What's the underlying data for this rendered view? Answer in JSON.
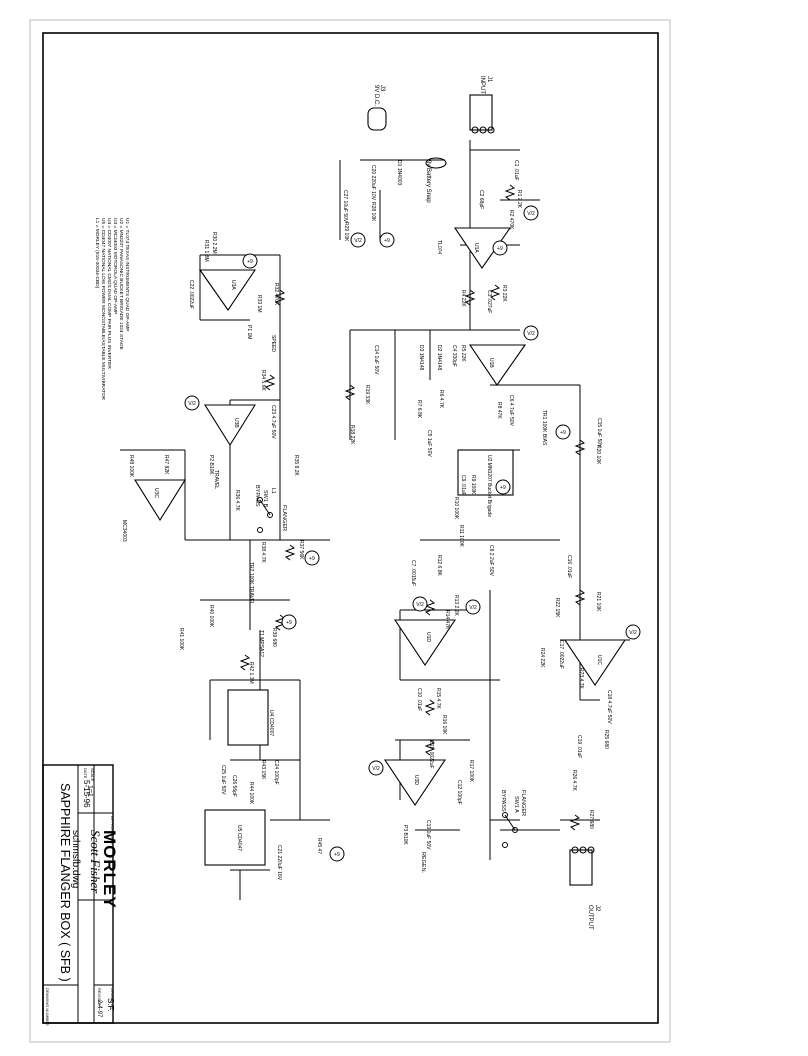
{
  "title_block": {
    "company": "MORLEY",
    "title": "SAPPHIRE FLANGER BOX ( SFB )",
    "filename": "schmsfb.dwg",
    "scale_label": "SCALE",
    "scale_value": "1=1",
    "date_label": "DATE",
    "date_value": "5-15-96",
    "approved_label": "APPROVED BY",
    "approved_value": "Scott Fisher",
    "drawn_label": "DRAWN BY",
    "drawn_value": "S.F.",
    "revised_label": "REVISED",
    "revised_value": "2-4-97",
    "drawing_number_label": "DRAWING NUMBER"
  },
  "notes": [
    "U1 = TL074 TEXAS INSTRUMENTS QUAD OP-AMP",
    "U2 = MN3207 PANASONIC BUCKET BRIGADE 1024 STAGE",
    "U3 = MC34003 MOTOROLA QUAD OP-AMP",
    "U4 = CD4007 NATIONAL CMOS DUAL COMP PAIR PLUS INVERTER",
    "U5 = CD4047 NATIONAL LOW POWER MONOSTABLE/ASTABLE MULTIVIBRATOR",
    "L1 = MORLEY (815-00034-CBD)"
  ],
  "connectors": {
    "j1": "J1",
    "j1_label": "INPUT",
    "j2": "J2",
    "j2_label": "OUTPUT",
    "j3": "J3",
    "j3_label": "9V D.C.",
    "battery": "9v Battery Snap"
  },
  "switch_labels": {
    "sw1a": "SW1 A",
    "flanger_a": "FLANGER",
    "bypass_a": "BYPASS",
    "sw1b": "SW1 B",
    "flanger_b": "FLANGER",
    "bypass_b": "BYPASS",
    "regen": "REGEN."
  },
  "parts": [
    {
      "id": "d1",
      "text": "D1 1N4003"
    },
    {
      "id": "c20",
      "text": "C20 220uF 10V"
    },
    {
      "id": "c27",
      "text": "C27 10uF 50V"
    },
    {
      "id": "c1",
      "text": "C1 .01uF"
    },
    {
      "id": "r1",
      "text": "R1 2.2K"
    },
    {
      "id": "r2",
      "text": "R2 470K"
    },
    {
      "id": "c2",
      "text": "C2 68pF"
    },
    {
      "id": "r28",
      "text": "R28 10K"
    },
    {
      "id": "r29",
      "text": "R29 10K"
    },
    {
      "id": "u1a",
      "text": "U1A"
    },
    {
      "id": "tl074",
      "text": "TL074"
    },
    {
      "id": "r3",
      "text": "R3 22K"
    },
    {
      "id": "c3",
      "text": "C3 .027uF"
    },
    {
      "id": "r4",
      "text": "R4 22K"
    },
    {
      "id": "c4",
      "text": "C4 330pF"
    },
    {
      "id": "d2",
      "text": "D2 1N4148"
    },
    {
      "id": "d3",
      "text": "D3 1N4148"
    },
    {
      "id": "r5",
      "text": "R5 22K"
    },
    {
      "id": "r6",
      "text": "R6 4.7K"
    },
    {
      "id": "u1b",
      "text": "U1B"
    },
    {
      "id": "c14",
      "text": "C14 1uF 50V"
    },
    {
      "id": "r19",
      "text": "R19 33K"
    },
    {
      "id": "r18",
      "text": "R18 22K"
    },
    {
      "id": "r7",
      "text": "R7 6.8K"
    },
    {
      "id": "c5",
      "text": "C5 1uF 50V"
    },
    {
      "id": "c6",
      "text": "C6 4.7uF 50V"
    },
    {
      "id": "r8",
      "text": "R8 47K"
    },
    {
      "id": "tr1",
      "text": "TR1 100K BIAS"
    },
    {
      "id": "c15",
      "text": "C15 1uF 50V"
    },
    {
      "id": "r20",
      "text": "R20 10K"
    },
    {
      "id": "u2",
      "text": "U2 MN3207 Bucket Brigade"
    },
    {
      "id": "r9",
      "text": "R9 100K"
    },
    {
      "id": "c9",
      "text": "C9 .01uF"
    },
    {
      "id": "r10",
      "text": "R10 100K"
    },
    {
      "id": "r11",
      "text": "R11 100K"
    },
    {
      "id": "c7",
      "text": "C7 .0015uF"
    },
    {
      "id": "r12",
      "text": "R12 6.8K"
    },
    {
      "id": "c8",
      "text": "C8 2.2uF 50V"
    },
    {
      "id": "r13",
      "text": "R13 2.2K"
    },
    {
      "id": "r14",
      "text": "R14 47K"
    },
    {
      "id": "u1d",
      "text": "U1D"
    },
    {
      "id": "r15",
      "text": "R15 4.7K"
    },
    {
      "id": "c10",
      "text": "C10 .01uF"
    },
    {
      "id": "r16",
      "text": "R16 10K"
    },
    {
      "id": "c11",
      "text": "C11 .0022uF"
    },
    {
      "id": "c12",
      "text": "C12 100pF"
    },
    {
      "id": "r17",
      "text": "R17 100K"
    },
    {
      "id": "c13",
      "text": "C13 1uF 50V"
    },
    {
      "id": "p3",
      "text": "P3 B10K"
    },
    {
      "id": "u3d",
      "text": "U3D"
    },
    {
      "id": "c16",
      "text": "C16 .01uF"
    },
    {
      "id": "r21",
      "text": "R21 10K"
    },
    {
      "id": "r22",
      "text": "R22 15K"
    },
    {
      "id": "r23",
      "text": "R23 4.7K"
    },
    {
      "id": "r24",
      "text": "R24 22K"
    },
    {
      "id": "c17",
      "text": "C17 .0022uF"
    },
    {
      "id": "u1c",
      "text": "U1C"
    },
    {
      "id": "c18",
      "text": "C18 4.7uF 50V"
    },
    {
      "id": "r25",
      "text": "R25 680"
    },
    {
      "id": "c19",
      "text": "C19 .01uF"
    },
    {
      "id": "r26",
      "text": "R26 4.7K"
    },
    {
      "id": "r27",
      "text": "R27 680"
    },
    {
      "id": "r30",
      "text": "R30 2.2M"
    },
    {
      "id": "r31",
      "text": "R31 1.8M"
    },
    {
      "id": "r32",
      "text": "R32 470K"
    },
    {
      "id": "r33",
      "text": "R33 1M"
    },
    {
      "id": "u3a",
      "text": "U3A"
    },
    {
      "id": "c22",
      "text": "C22 .0022uF"
    },
    {
      "id": "p1",
      "text": "P1 1M"
    },
    {
      "id": "speed",
      "text": "SPEED"
    },
    {
      "id": "r34",
      "text": "R34 5.6K"
    },
    {
      "id": "c23",
      "text": "C23 4.7uF 50V"
    },
    {
      "id": "u3b",
      "text": "U3B"
    },
    {
      "id": "r35",
      "text": "R35 8.2K"
    },
    {
      "id": "l1",
      "text": "L1"
    },
    {
      "id": "p2",
      "text": "P2 B10K"
    },
    {
      "id": "travel",
      "text": "TRAVEL"
    },
    {
      "id": "r36",
      "text": "R36 4.7K"
    },
    {
      "id": "r47",
      "text": "R47 82K"
    },
    {
      "id": "r48",
      "text": "R48 100K"
    },
    {
      "id": "u3c",
      "text": "U3C"
    },
    {
      "id": "mc34003",
      "text": "MC34003"
    },
    {
      "id": "r38",
      "text": "R38 4.7K"
    },
    {
      "id": "r37",
      "text": "R37 56K"
    },
    {
      "id": "tr2",
      "text": "TR2 100K TRAVEL"
    },
    {
      "id": "r40",
      "text": "R40 100K"
    },
    {
      "id": "r41",
      "text": "R41 100K"
    },
    {
      "id": "t1",
      "text": "T1 MPSA12"
    },
    {
      "id": "r39",
      "text": "R39 680"
    },
    {
      "id": "r42",
      "text": "R42 1.3M"
    },
    {
      "id": "u4",
      "text": "U4 CD4007"
    },
    {
      "id": "c25",
      "text": "C25 1uF 50V"
    },
    {
      "id": "r43",
      "text": "R43 15K"
    },
    {
      "id": "c24",
      "text": "C24 100pF"
    },
    {
      "id": "c26",
      "text": "C26 56pF"
    },
    {
      "id": "r44",
      "text": "R44 100K"
    },
    {
      "id": "u5",
      "text": "U5 CD4047"
    },
    {
      "id": "r45",
      "text": "R45 47"
    },
    {
      "id": "c21",
      "text": "C21 220uF 16V"
    }
  ],
  "rails": {
    "v9": "+9",
    "v2": "V/2"
  }
}
